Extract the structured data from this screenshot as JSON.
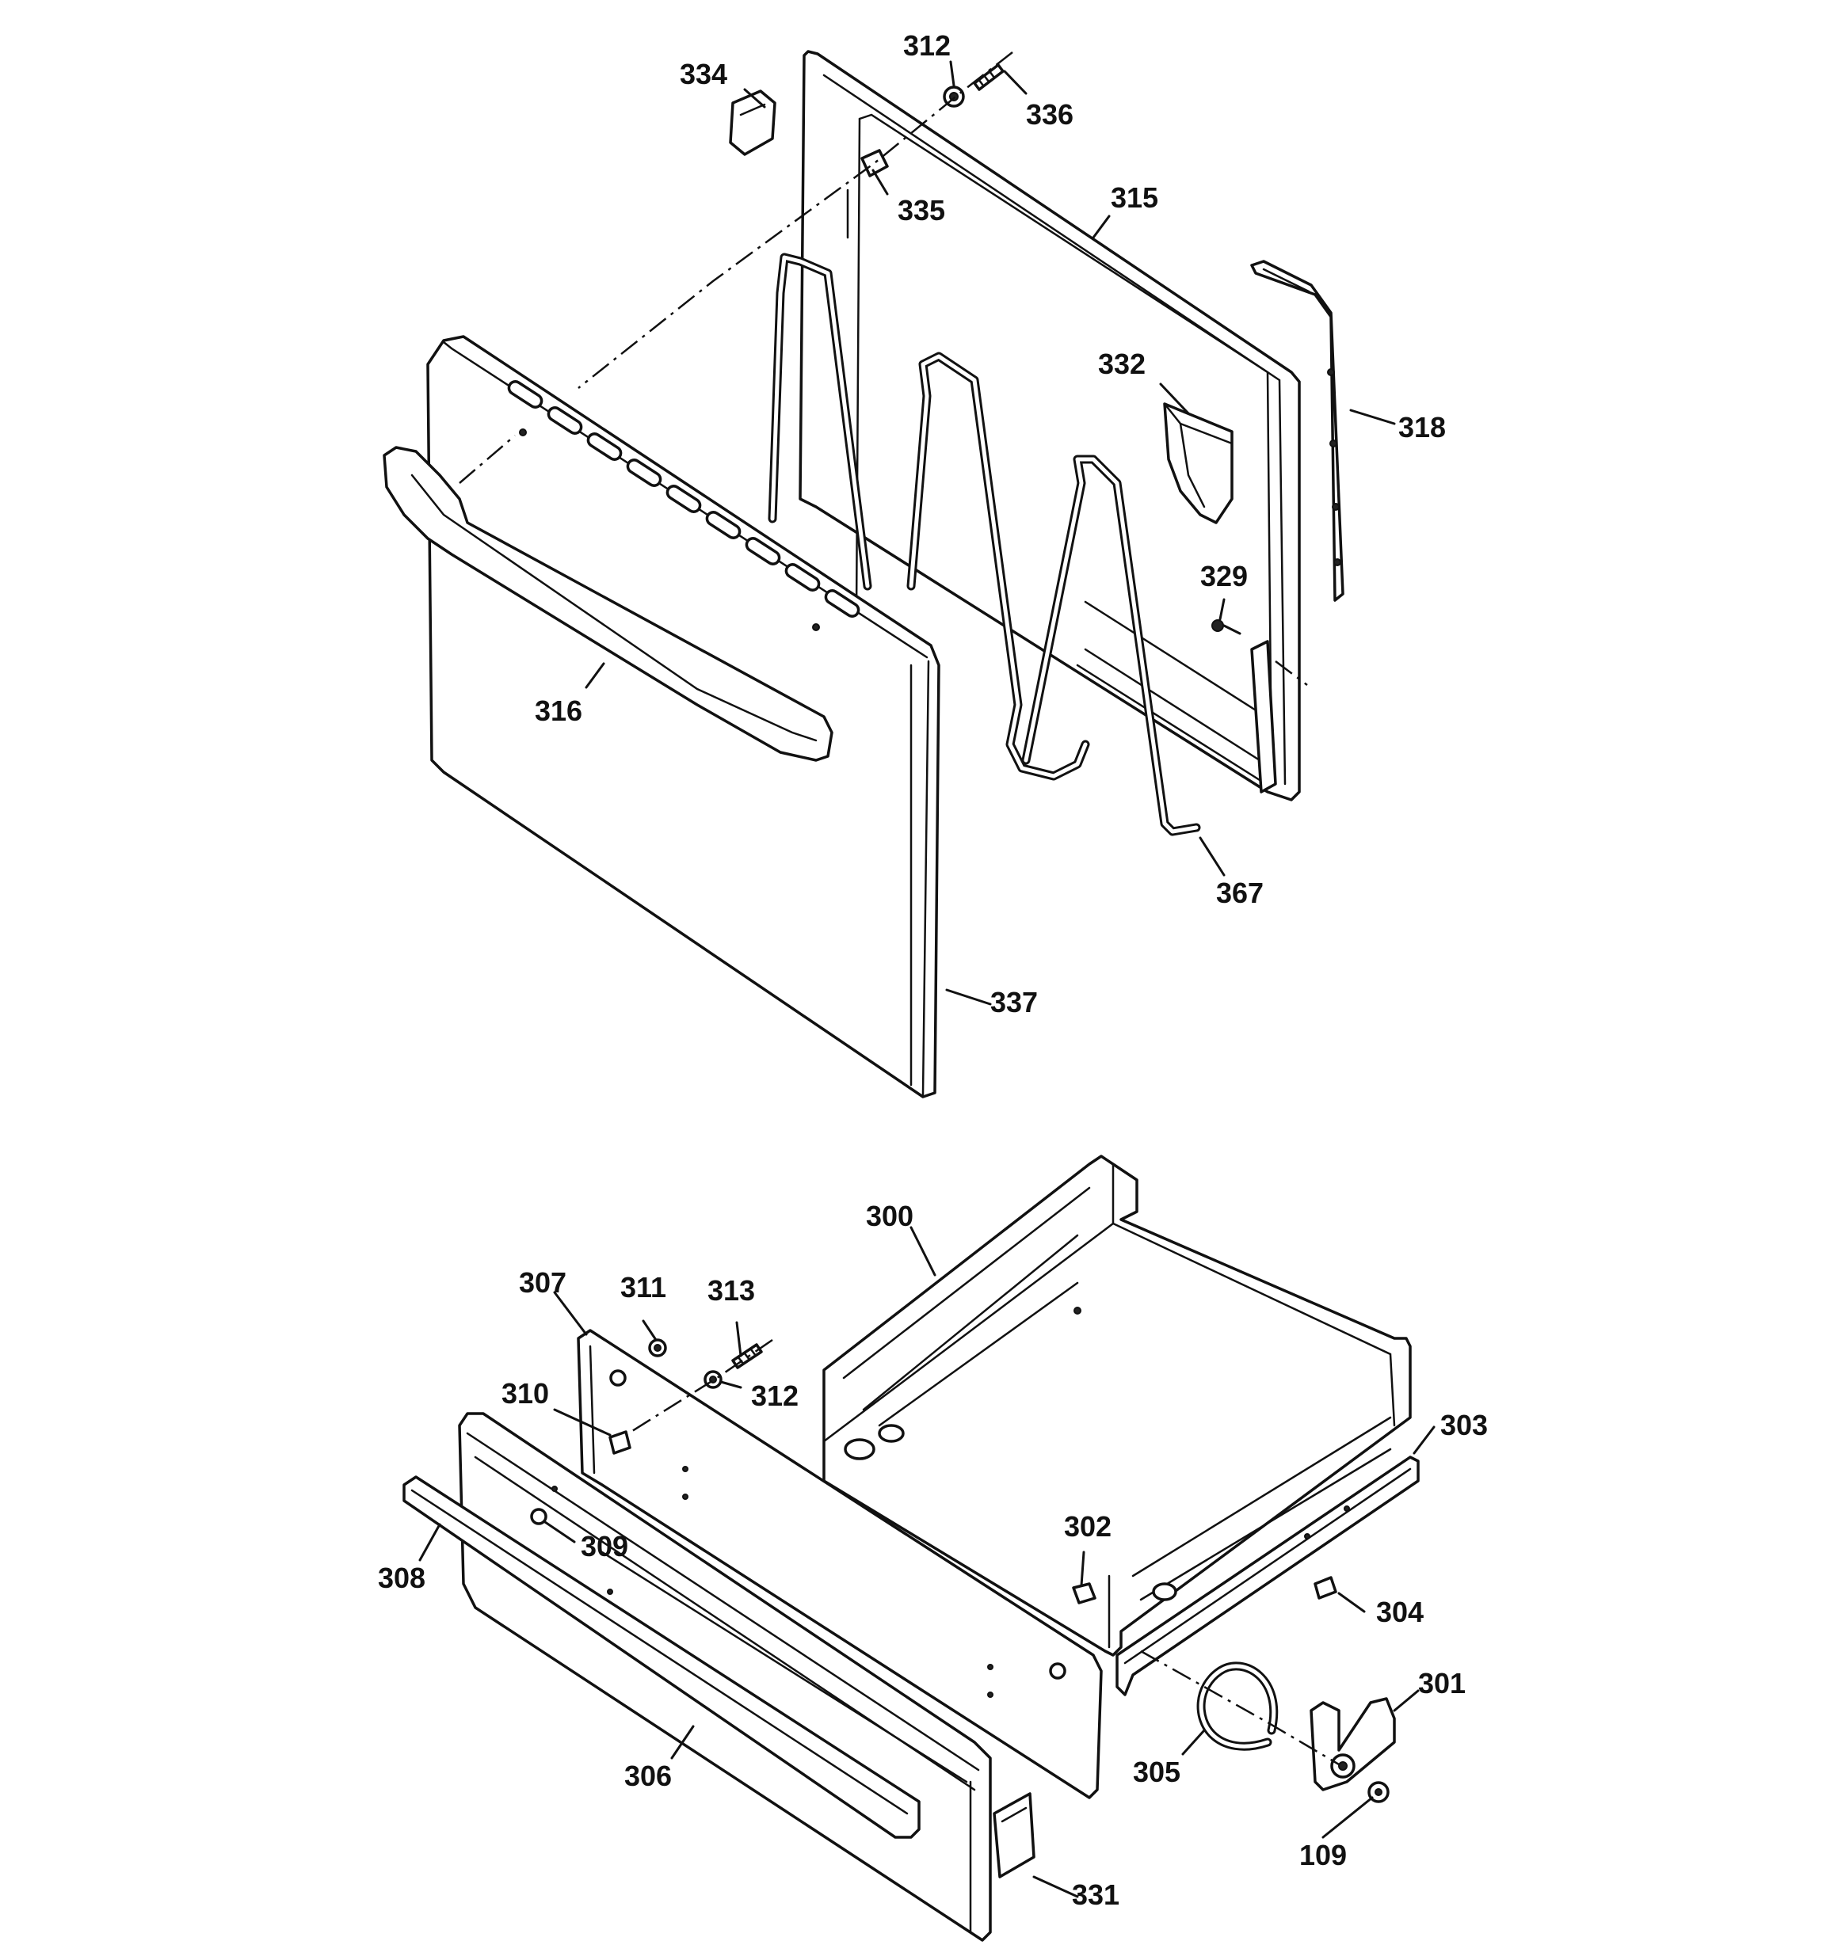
{
  "labels": {
    "p312_top": "312",
    "p334": "334",
    "p336": "336",
    "p335": "335",
    "p315": "315",
    "p332": "332",
    "p318": "318",
    "p329": "329",
    "p316": "316",
    "p367": "367",
    "p337": "337",
    "p300": "300",
    "p307": "307",
    "p311": "311",
    "p313": "313",
    "p312_bottom": "312",
    "p310": "310",
    "p303": "303",
    "p302": "302",
    "p309": "309",
    "p308": "308",
    "p304": "304",
    "p301": "301",
    "p305": "305",
    "p306": "306",
    "p109": "109",
    "p331": "331"
  }
}
